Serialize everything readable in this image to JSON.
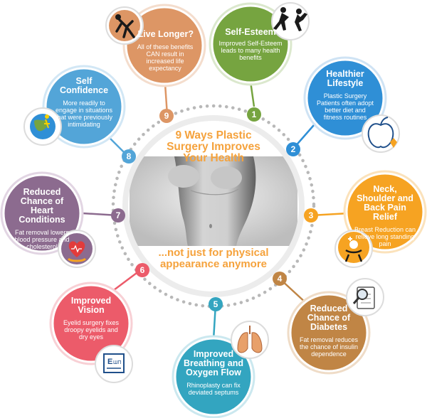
{
  "center": {
    "title": "9 Ways Plastic Surgery Improves Your Health",
    "subtitle": "...not just for physical appearance anymore"
  },
  "colors": {
    "green": "#76a440",
    "blue": "#2f8fd6",
    "orange": "#f6a322",
    "brown": "#c08545",
    "teal": "#33a5c0",
    "pink": "#ec5b6a",
    "purple": "#8c6b8f",
    "skyblue": "#53a5d8",
    "peach": "#dd9665",
    "center_text": "#f5a23c"
  },
  "items": [
    {
      "number": "1",
      "title": "Self-Esteem",
      "text": "Improved Self-Esteem leads to many health benefits",
      "icon": "dancing-figures-icon"
    },
    {
      "number": "2",
      "title": "Healthier Lifestyle",
      "text": "Plastic Surgery Patients often adopt better diet and fitness routines",
      "icon": "apple-icon"
    },
    {
      "number": "3",
      "title": "Neck, Shoulder and Back Pain Relief",
      "text": "Breast Reduction can relieve long standing pain",
      "icon": "medical-figure-icon"
    },
    {
      "number": "4",
      "title": "Reduced Chance of Diabetes",
      "text": "Fat removal reduces the chance of insulin dependence",
      "icon": "magnifier-clipboard-icon"
    },
    {
      "number": "5",
      "title": "Improved Breathing and Oxygen Flow",
      "text": "Rhinoplasty can fix deviated septums",
      "icon": "lungs-icon"
    },
    {
      "number": "6",
      "title": "Improved Vision",
      "text": "Eyelid surgery fixes droopy eyelids and dry eyes",
      "icon": "eye-chart-icon"
    },
    {
      "number": "7",
      "title": "Reduced Chance of Heart Conditions",
      "text": "Fat removal lowers blood pressure and cholesterol",
      "icon": "heart-hand-icon"
    },
    {
      "number": "8",
      "title": "Self Confidence",
      "text": "More readily to engage in situations that were previously intimidating",
      "icon": "globe-people-icon"
    },
    {
      "number": "9",
      "title": "Live Longer?",
      "text": "All of these benefits CAN result in increased life expectancy",
      "icon": "stretching-figure-icon"
    }
  ]
}
